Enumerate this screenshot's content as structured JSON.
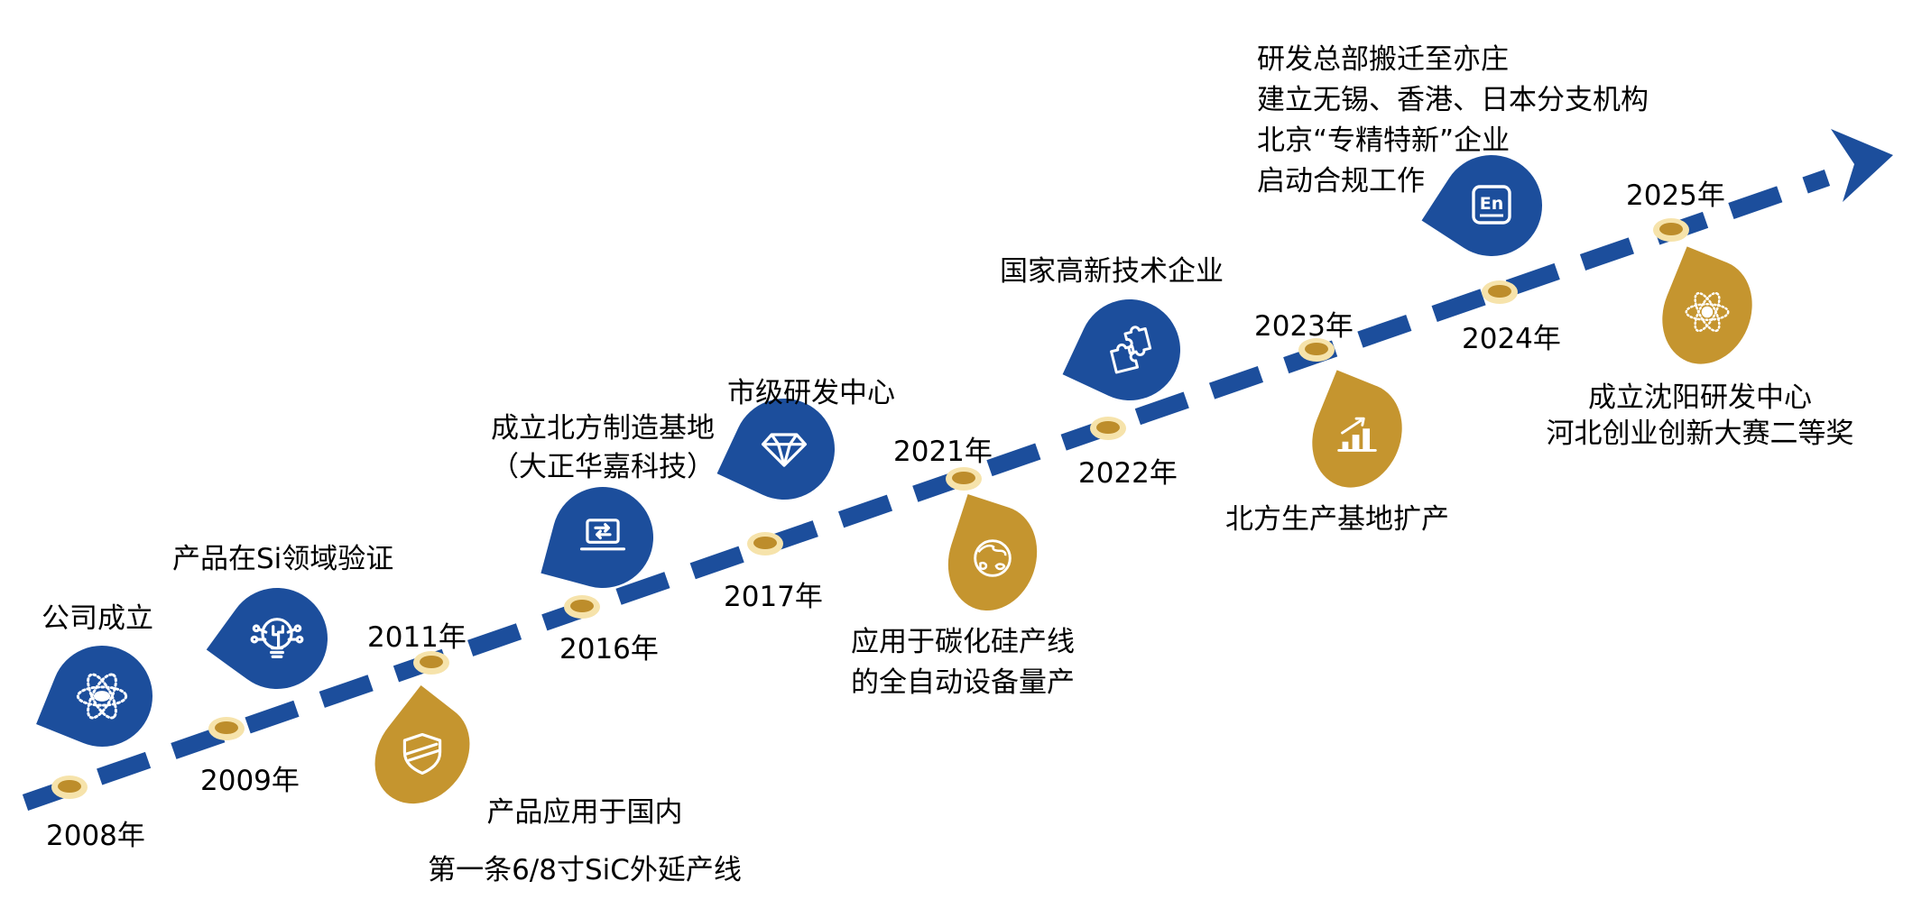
{
  "timeline": {
    "colors": {
      "blue": "#1c4e9c",
      "gold": "#c5952f",
      "dot_ring": "#f6e3ab",
      "dot_core": "#bd8d2b",
      "text": "#000000",
      "highlight": "#c5952f"
    },
    "milestones": [
      {
        "year": "2008年",
        "lines": [
          "公司成立"
        ],
        "pin_color": "blue",
        "icon": "atom"
      },
      {
        "year": "2009年",
        "lines": [
          "产品在Si领域验证"
        ],
        "pin_color": "blue",
        "icon": "lightbulb-circuit"
      },
      {
        "year": "2011年",
        "lines": [
          "产品应用于国内",
          "第一条6/8寸SiC外延产线"
        ],
        "pin_color": "gold",
        "icon": "shield"
      },
      {
        "year": "2016年",
        "lines": [
          "成立北方制造基地",
          "（大正华嘉科技）"
        ],
        "pin_color": "blue",
        "icon": "laptop-sync"
      },
      {
        "year": "2017年",
        "lines": [
          "市级研发中心"
        ],
        "pin_color": "blue",
        "icon": "diamond"
      },
      {
        "year": "2021年",
        "lines": [
          "应用于碳化硅产线",
          "的全自动设备量产"
        ],
        "pin_color": "gold",
        "icon": "globe"
      },
      {
        "year": "2022年",
        "lines": [
          "国家高新技术企业"
        ],
        "pin_color": "blue",
        "icon": "puzzle"
      },
      {
        "year": "2023年",
        "lines": [
          "北方生产基地扩产"
        ],
        "pin_color": "gold",
        "icon": "growth-chart"
      },
      {
        "year": "2024年",
        "lines": [
          "研发总部搬迁至亦庄",
          "建立无锡、香港、日本分支机构",
          "北京“专精特新”企业",
          "启动合规工作"
        ],
        "highlight_last_line": true,
        "pin_color": "blue",
        "icon": "en-badge",
        "icon_text": "En"
      },
      {
        "year": "2025年",
        "lines": [
          "成立沈阳研发中心",
          "河北创业创新大赛二等奖"
        ],
        "pin_color": "gold",
        "icon": "atom-dotted"
      }
    ]
  }
}
